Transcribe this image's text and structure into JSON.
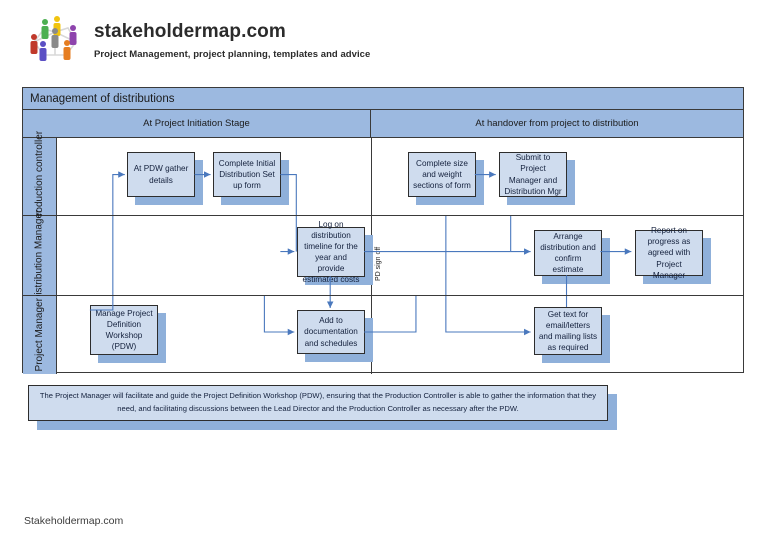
{
  "header": {
    "logo_icon": "people-network-icon",
    "brand": "stakeholdermap.com",
    "tagline": "Project Management, project planning, templates and advice"
  },
  "diagram": {
    "title": "Management of distributions",
    "columns": [
      {
        "label": "At Project Initiation Stage"
      },
      {
        "label": "At handover from project to distribution"
      }
    ],
    "divider_label": "PD sign off",
    "lanes": [
      {
        "label": "Production controller",
        "nodes": [
          {
            "id": "n1",
            "text": "At PDW gather details"
          },
          {
            "id": "n2",
            "text": "Complete Initial Distribution Set up form"
          },
          {
            "id": "n3",
            "text": "Complete size and weight sections of form"
          },
          {
            "id": "n4",
            "text": "Submit to Project Manager and Distribution Mgr"
          }
        ]
      },
      {
        "label": "Distribution Manager",
        "nodes": [
          {
            "id": "n5",
            "text": "Log on distribution timeline for the year and provide estimated costs"
          },
          {
            "id": "n6",
            "text": "Arrange distribution and confirm estimate"
          },
          {
            "id": "n7",
            "text": "Report on progress as agreed with Project Manager"
          }
        ]
      },
      {
        "label": "Project Manager",
        "nodes": [
          {
            "id": "n8",
            "text": "Manage Project Definition Workshop (PDW)"
          },
          {
            "id": "n9",
            "text": "Add to documentation and schedules"
          },
          {
            "id": "n10",
            "text": "Get text for email/letters and mailing lists as required"
          }
        ]
      }
    ]
  },
  "note": {
    "text": "The Project Manager will facilitate and guide the Project Definition Workshop (PDW), ensuring that the Production Controller is able to gather the information that they need, and facilitating discussions between the Lead Director and the Production Controller as necessary after the PDW."
  },
  "footer": {
    "text": "Stakeholdermap.com"
  },
  "colors": {
    "lane_header": "#9cb9e0",
    "node_fill": "#cfdcee",
    "node_shadow": "#8fb0da",
    "connector": "#4a78bd",
    "frame": "#3a3a3a"
  }
}
